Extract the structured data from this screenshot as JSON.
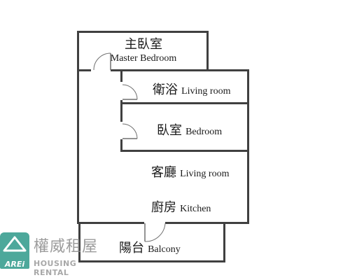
{
  "rooms": {
    "master_bedroom": {
      "zh": "主臥室",
      "en": "Master Bedroom"
    },
    "bathroom": {
      "zh": "衛浴",
      "en": "Living room"
    },
    "bedroom": {
      "zh": "臥室",
      "en": "Bedroom"
    },
    "living_room": {
      "zh": "客廳",
      "en": "Living room"
    },
    "kitchen": {
      "zh": "廚房",
      "en": "Kitchen"
    },
    "balcony": {
      "zh": "陽台",
      "en": "Balcony"
    }
  },
  "logo": {
    "tag": "AREi",
    "name": "權威租屋",
    "subtitle": "HOUSING RENTAL"
  },
  "colors": {
    "wall": "#404040",
    "logo_mark": "#2f9a8a"
  }
}
